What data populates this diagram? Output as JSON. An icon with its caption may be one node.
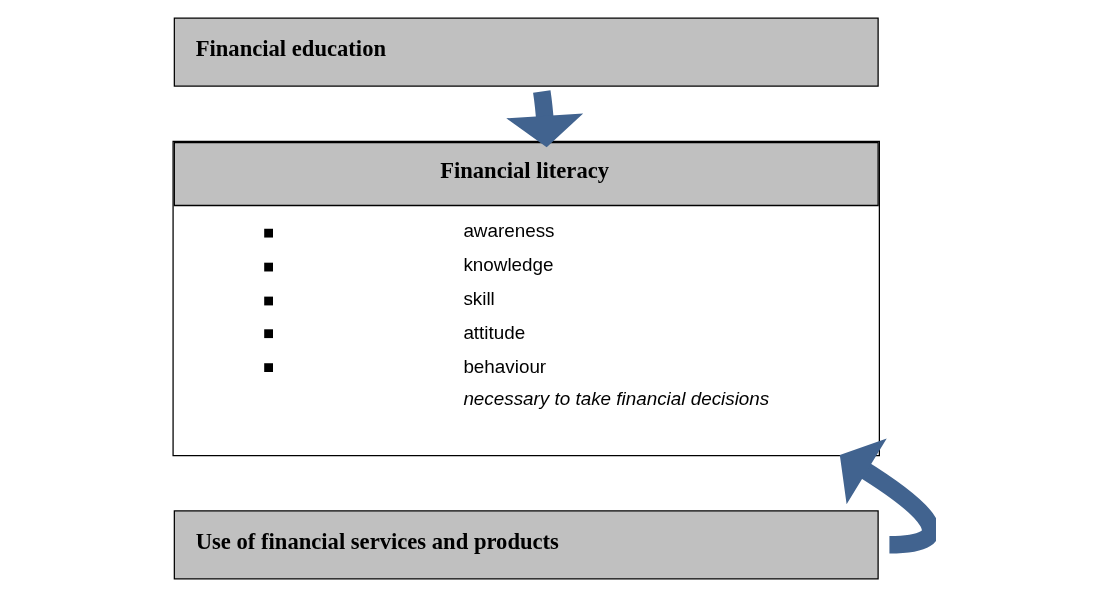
{
  "diagram": {
    "nodes": [
      {
        "text": [
          "Financial education"
        ]
      },
      {
        "text": [
          "Financial literacy",
          "awareness",
          "knowledge",
          "skill",
          "attitude",
          "behaviour",
          "necessary to take financial decisions"
        ]
      },
      {
        "text": [
          "Use of financial services and products"
        ]
      }
    ],
    "edges": [
      {
        "from": 0,
        "to": 1,
        "arrow": "to"
      },
      {
        "from": 2,
        "to": 1,
        "arrow": "to"
      }
    ]
  }
}
